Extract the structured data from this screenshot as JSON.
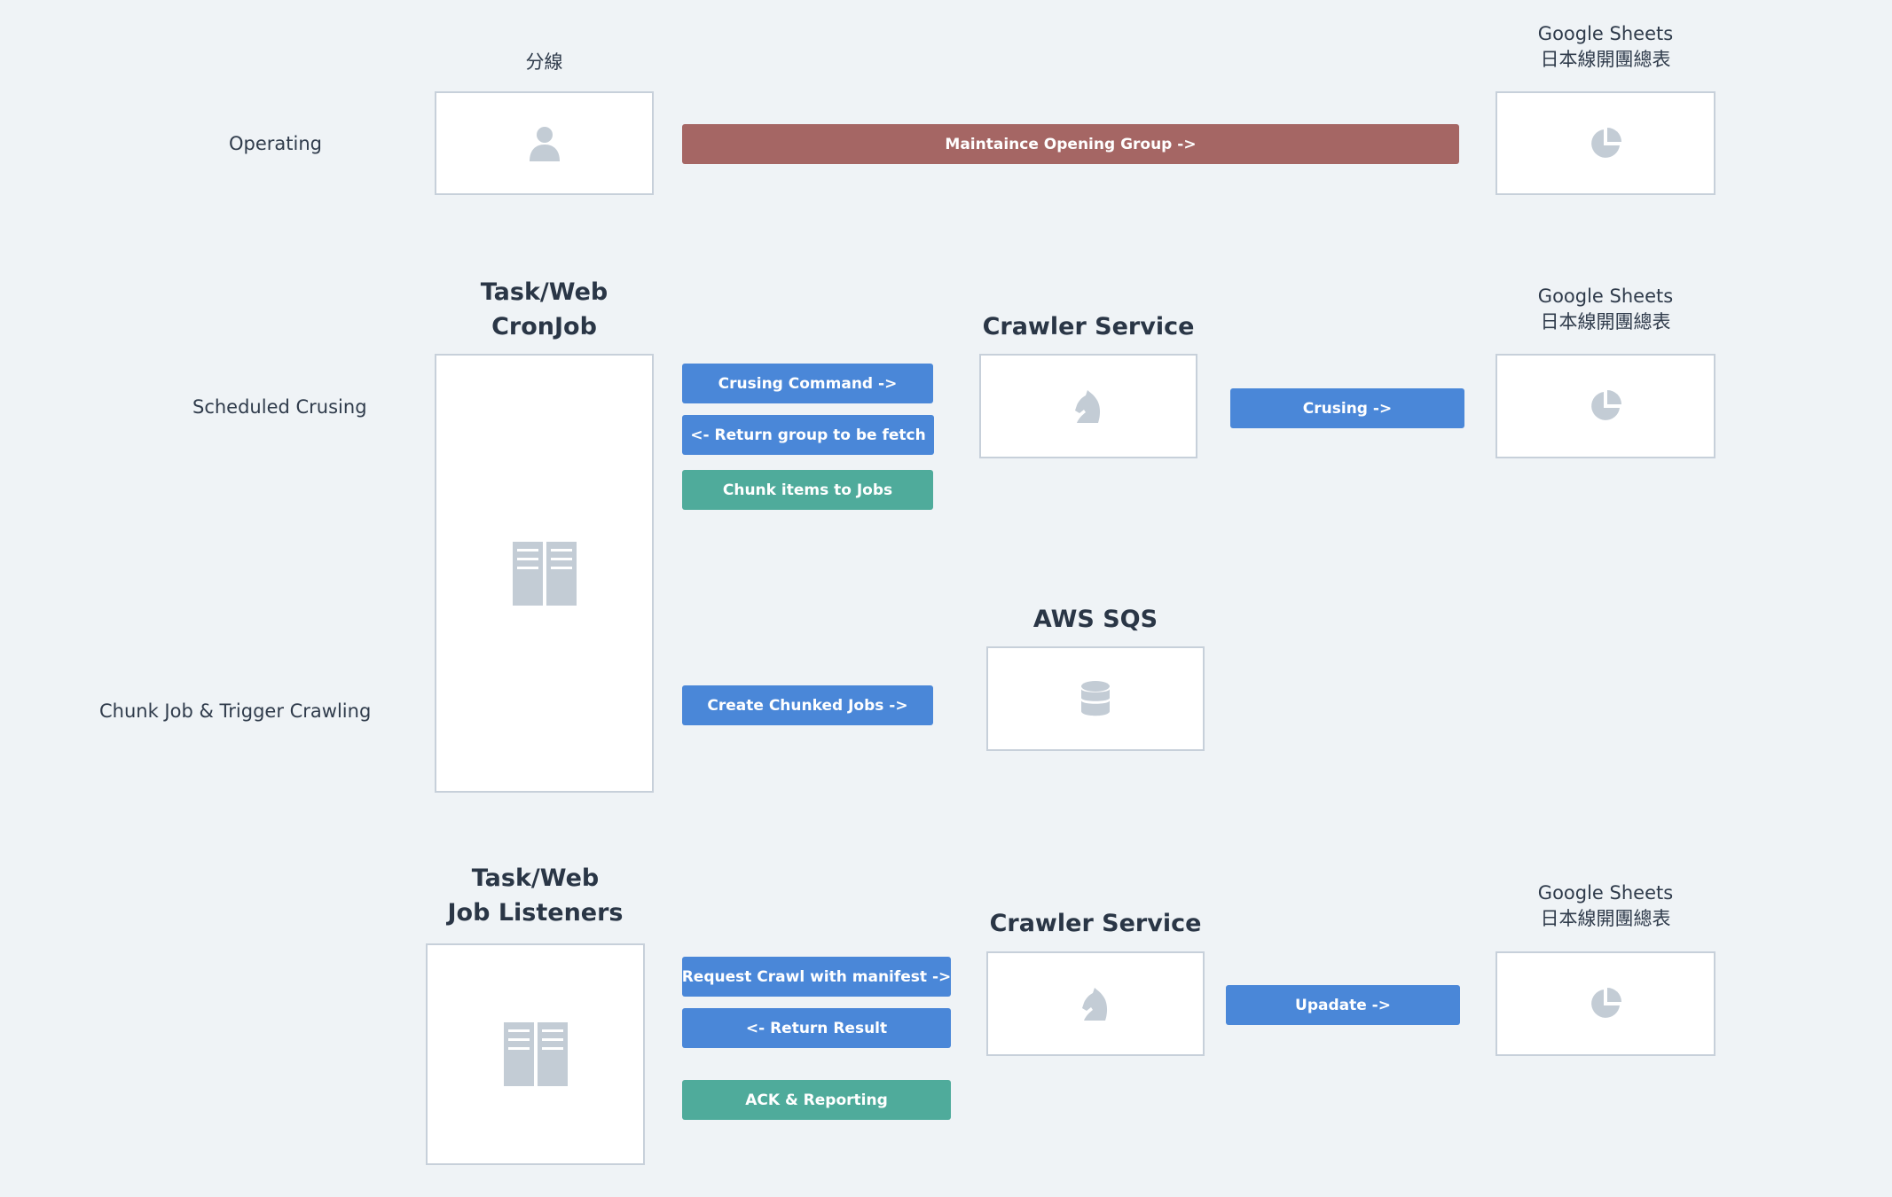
{
  "colors": {
    "background": "#eff3f6",
    "box_border": "#c7d0da",
    "icon_gray": "#c3ccd5",
    "blue": "#4a87d8",
    "teal": "#4fab9b",
    "red": "#a56664"
  },
  "rows": {
    "operating": "Operating",
    "scheduled": "Scheduled Crusing",
    "chunk": "Chunk Job & Trigger Crawling"
  },
  "section1": {
    "actor_title": "分線",
    "sheets_line1": "Google Sheets",
    "sheets_line2": "日本線開團總表",
    "maintain_button": "Maintaince Opening Group  ->",
    "actor_icon": "user-icon",
    "sheets_icon": "pie-chart-icon"
  },
  "section2": {
    "cron_line1": "Task/Web",
    "cron_line2": "CronJob",
    "crawler_title": "Crawler Service",
    "sheets_line1": "Google Sheets",
    "sheets_line2": "日本線開團總表",
    "sqs_title": "AWS SQS",
    "btn_crusing_command": "Crusing Command ->",
    "btn_return_group": "<- Return group to be fetch",
    "btn_chunk_items": "Chunk items to Jobs",
    "btn_crusing": "Crusing ->",
    "btn_create_chunked": "Create Chunked Jobs ->",
    "cron_icon": "book-icon",
    "crawler_icon": "knight-icon",
    "sheets_icon": "pie-chart-icon",
    "sqs_icon": "database-icon"
  },
  "section3": {
    "listener_line1": "Task/Web",
    "listener_line2": "Job Listeners",
    "crawler_title": "Crawler Service",
    "sheets_line1": "Google Sheets",
    "sheets_line2": "日本線開團總表",
    "btn_request_crawl": "Request Crawl with manifest ->",
    "btn_return_result": "<- Return Result",
    "btn_ack": "ACK & Reporting",
    "btn_update": "Upadate ->",
    "listener_icon": "book-icon",
    "crawler_icon": "knight-icon",
    "sheets_icon": "pie-chart-icon"
  }
}
